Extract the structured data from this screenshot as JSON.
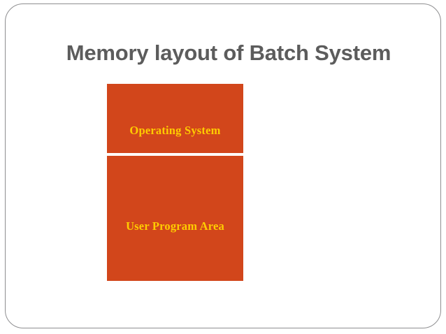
{
  "slide": {
    "title": "Memory layout of Batch System",
    "title_color": "#5c5c5c",
    "background_color": "#ffffff",
    "frame_border_color": "#8e8e90"
  },
  "diagram": {
    "name": "memory-layout-diagram",
    "block_color": "#d2461b",
    "label_color": "#ffcc00",
    "divider_color": "#ffffff",
    "regions": [
      {
        "label": "Operating System",
        "order": 1
      },
      {
        "label": "User Program Area",
        "order": 2
      }
    ]
  }
}
